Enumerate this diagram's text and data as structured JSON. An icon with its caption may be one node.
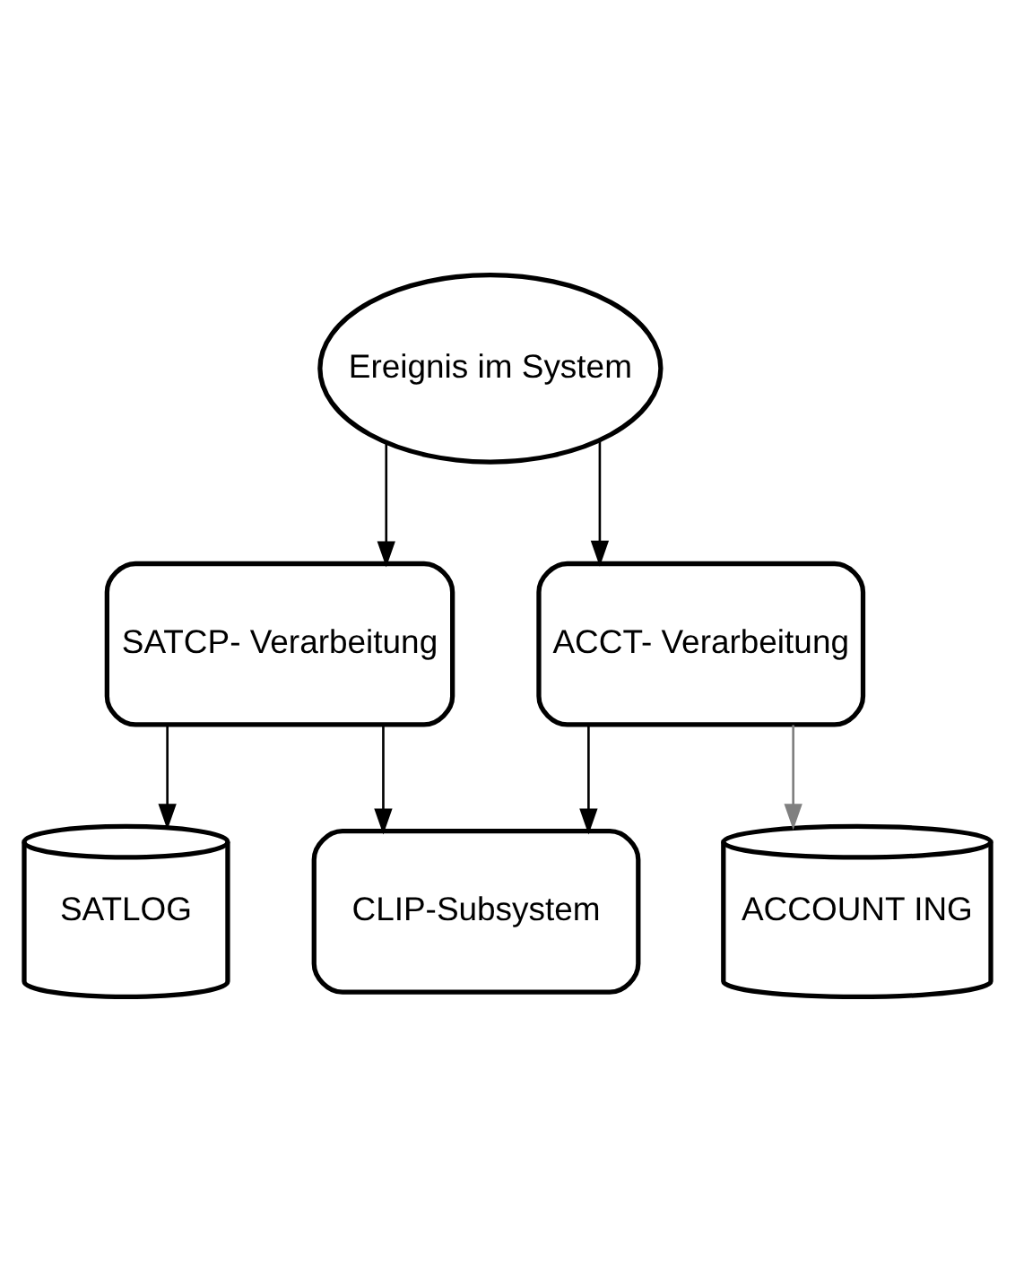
{
  "diagram": {
    "nodes": [
      {
        "text": [
          "Ereignis im System"
        ]
      },
      {
        "text": [
          "SATCP- Verarbeitung"
        ]
      },
      {
        "text": [
          "ACCT- Verarbeitung"
        ]
      },
      {
        "text": [
          "CLIP-Subsystem"
        ]
      },
      {
        "text": [
          "SATLOG"
        ]
      },
      {
        "text": [
          "ACCOUNT ING"
        ]
      }
    ],
    "edges": [
      {
        "from": 0,
        "to": 1,
        "arrow": "to"
      },
      {
        "from": 0,
        "to": 2,
        "arrow": "to"
      },
      {
        "from": 1,
        "to": 3,
        "arrow": "to"
      },
      {
        "from": 2,
        "to": 3,
        "arrow": "to"
      },
      {
        "from": 1,
        "to": 4,
        "arrow": "to"
      },
      {
        "from": 2,
        "to": 5,
        "arrow": "to",
        "color": "#808080"
      }
    ]
  }
}
